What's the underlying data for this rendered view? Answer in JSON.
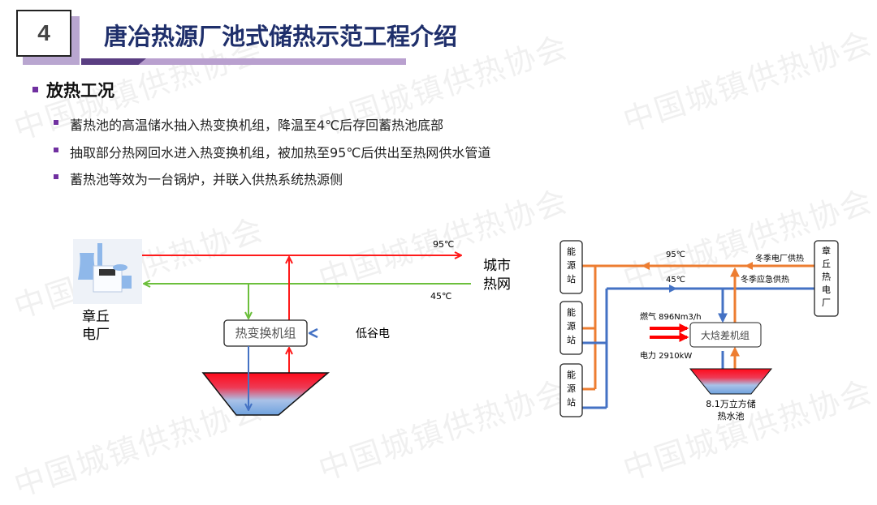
{
  "header": {
    "section_number": "4",
    "title": "唐冶热源厂池式储热示范工程介绍"
  },
  "section": {
    "heading": "放热工况",
    "bullets": [
      "蓄热池的高温储水抽入热变换机组，降温至4℃后存回蓄热池底部",
      "抽取部分热网回水进入热变换机组，被加热至95℃后供出至热网供水管道",
      "蓄热池等效为一台锅炉，并联入供热系统热源侧"
    ]
  },
  "left_diagram": {
    "plant_label_1": "章丘",
    "plant_label_2": "电厂",
    "city_label_1": "城市",
    "city_label_2": "热网",
    "supply_temp": "95℃",
    "return_temp": "45℃",
    "unit_label": "热变换机组",
    "power_label": "低谷电"
  },
  "right_diagram": {
    "station_label": [
      "能",
      "源",
      "站"
    ],
    "plant_label": [
      "章",
      "丘",
      "热",
      "电",
      "厂"
    ],
    "supply_temp": "95℃",
    "return_temp": "45℃",
    "winter_plant": "冬季电厂供热",
    "winter_emergency": "冬季应急供热",
    "gas_label": "燃气 896Nm3/h",
    "power_label": "电力 2910kW",
    "unit_label": "大焓差机组",
    "tank_label_1": "8.1万立方储",
    "tank_label_2": "热水池"
  },
  "watermark": "中国城镇供热协会",
  "colors": {
    "title": "#1f2f6b",
    "accent": "#7030a0",
    "red": "#ff1a1a",
    "green": "#6cbf3c",
    "blue": "#4472c4",
    "orange": "#ed7d31"
  }
}
